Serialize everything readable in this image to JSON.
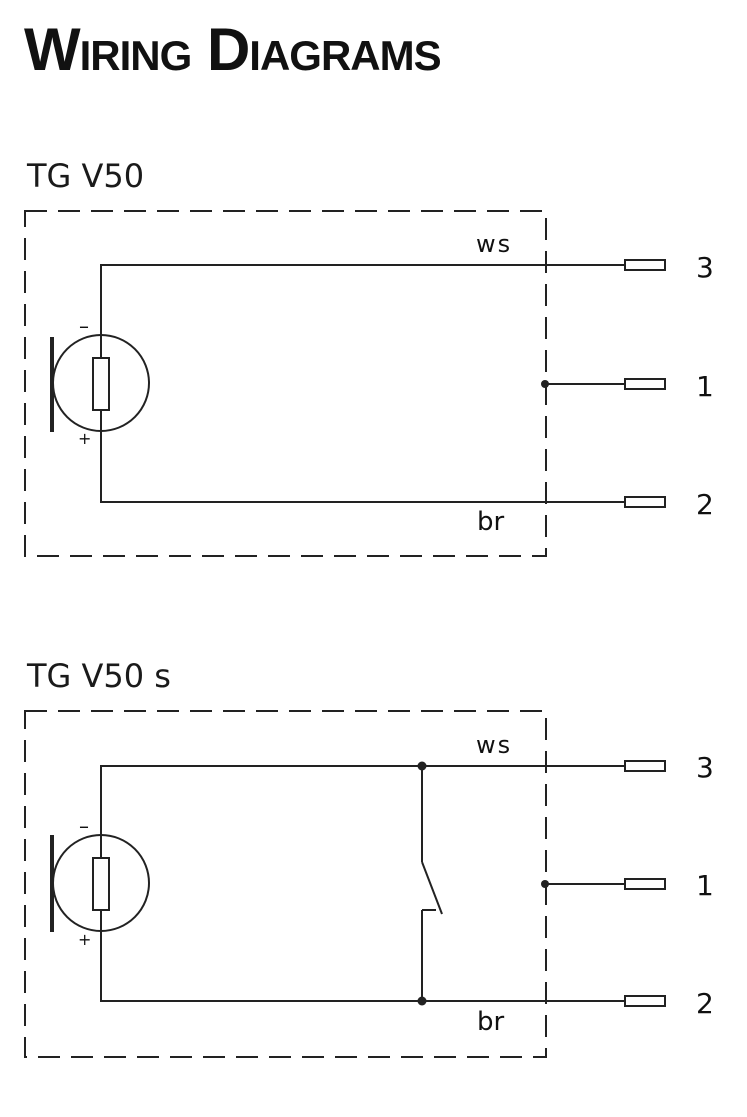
{
  "page": {
    "title": "Wiring Diagrams"
  },
  "diagrams": [
    {
      "label": "TG V50",
      "wire_top_label": "ws",
      "wire_bottom_label": "br",
      "terminals": [
        "3",
        "1",
        "2"
      ],
      "minus_sign": "–",
      "plus_sign": "+",
      "has_switch": false
    },
    {
      "label": "TG V50 s",
      "wire_top_label": "ws",
      "wire_bottom_label": "br",
      "terminals": [
        "3",
        "1",
        "2"
      ],
      "minus_sign": "–",
      "plus_sign": "+",
      "has_switch": true
    }
  ],
  "colors": {
    "line": "#222222",
    "background": "#ffffff"
  }
}
